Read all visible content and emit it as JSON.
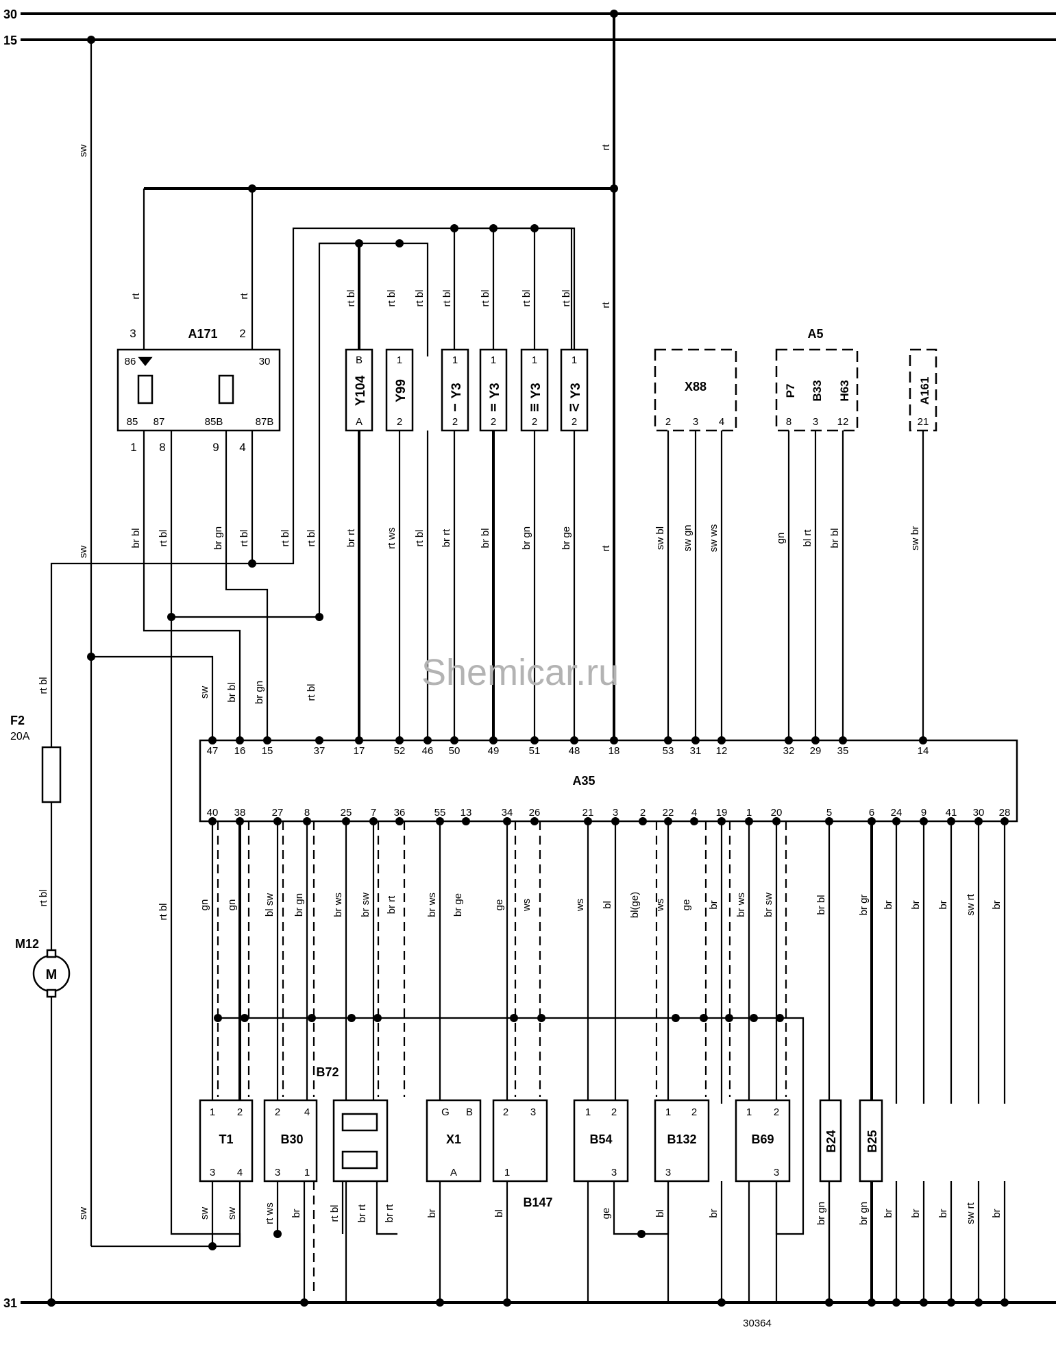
{
  "rails": {
    "top": "30",
    "second": "15",
    "ground": "31"
  },
  "watermark": "Shemicar.ru",
  "drawing_number": "30364",
  "fuse": {
    "name": "F2",
    "rating": "20A"
  },
  "motor": {
    "name": "M12",
    "symbol": "M"
  },
  "relay": {
    "name": "A171",
    "pins": [
      "86",
      "87",
      "85B",
      "30",
      "85",
      "87",
      "87B"
    ],
    "ext_top": [
      "3",
      "2"
    ],
    "ext_bottom": [
      "1",
      "8",
      "9",
      "4"
    ]
  },
  "ecu": {
    "name": "A35",
    "top_pins": [
      "47",
      "16",
      "15",
      "37",
      "17",
      "52",
      "46",
      "50",
      "49",
      "51",
      "48",
      "18",
      "53",
      "31",
      "12",
      "32",
      "29",
      "35",
      "14"
    ],
    "bottom_pins": [
      "40",
      "38",
      "27",
      "8",
      "25",
      "7",
      "36",
      "55",
      "13",
      "34",
      "26",
      "21",
      "3",
      "2",
      "22",
      "4",
      "19",
      "1",
      "20",
      "5",
      "6",
      "24",
      "9",
      "41",
      "30",
      "28"
    ]
  },
  "actuators": [
    {
      "name": "Y104",
      "top": "B",
      "bottom": "A"
    },
    {
      "name": "Y99",
      "top": "1",
      "bottom": "2"
    },
    {
      "name": "Y3",
      "sub": "I",
      "top": "1",
      "bottom": "2"
    },
    {
      "name": "Y3",
      "sub": "II",
      "top": "1",
      "bottom": "2"
    },
    {
      "name": "Y3",
      "sub": "III",
      "top": "1",
      "bottom": "2"
    },
    {
      "name": "Y3",
      "sub": "IV",
      "top": "1",
      "bottom": "2"
    }
  ],
  "modules": {
    "x88": {
      "name": "X88",
      "pins": [
        "2",
        "3",
        "4"
      ]
    },
    "a5": {
      "name": "A5",
      "subs": [
        "P7",
        "B33",
        "H63"
      ],
      "pins": [
        "8",
        "3",
        "12"
      ]
    },
    "a161": {
      "name": "A161",
      "pin": "21"
    }
  },
  "sensors": [
    {
      "name": "T1",
      "top": [
        "1",
        "2"
      ],
      "bottom": [
        "3",
        "4"
      ]
    },
    {
      "name": "B30",
      "top": [
        "2",
        "4"
      ],
      "bottom": [
        "3",
        "1"
      ]
    },
    {
      "name": "B72"
    },
    {
      "name": "X1",
      "top": [
        "G",
        "B"
      ],
      "bottom": [
        "A"
      ]
    },
    {
      "name": "B147",
      "top": [
        "2",
        "3"
      ],
      "bottom": [
        "1"
      ]
    },
    {
      "name": "B54",
      "top": [
        "1",
        "2"
      ],
      "bottom": [
        "3"
      ]
    },
    {
      "name": "B132",
      "top": [
        "1",
        "2"
      ],
      "bottom": [
        "3"
      ]
    },
    {
      "name": "B69",
      "top": [
        "1",
        "2"
      ],
      "bottom": [
        "3"
      ]
    },
    {
      "name": "B24"
    },
    {
      "name": "B25"
    }
  ],
  "wire_colors": {
    "sw": "sw",
    "rt": "rt",
    "rtbl": "rt bl",
    "brbl": "br bl",
    "brgn": "br gn",
    "brrt": "br rt",
    "rtws": "rt ws",
    "brws": "br ws",
    "brsw": "br sw",
    "br": "br",
    "gn": "gn",
    "blsw": "bl sw",
    "brge": "br ge",
    "ge": "ge",
    "ws": "ws",
    "bl": "bl",
    "blge": "bl(ge)",
    "swbl": "sw bl",
    "swgn": "sw gn",
    "swws": "sw ws",
    "blrt": "bl rt",
    "swbr": "sw br",
    "brgr": "br gr",
    "swrt": "sw rt",
    "rtbl_pin": "rt bl",
    "brrt_pin": "br rt"
  }
}
